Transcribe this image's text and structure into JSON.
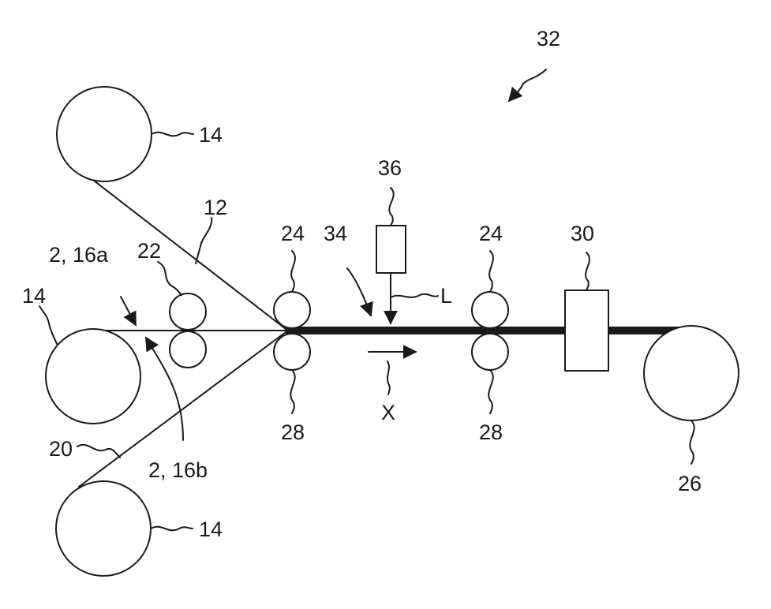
{
  "labels": {
    "system": "32",
    "source_roll_top": "14",
    "source_roll_middle": "14",
    "source_roll_bottom": "14",
    "web_top": "12",
    "web_bottom": "20",
    "layer_upper": "2, 16a",
    "layer_lower": "2, 16b",
    "roller_pair_first": "22",
    "roller_upper_a": "24",
    "roller_upper_b": "24",
    "roller_lower_a": "28",
    "roller_lower_b": "28",
    "zone": "34",
    "laser_unit": "36",
    "laser_beam": "L",
    "direction": "X",
    "treatment_box": "30",
    "takeup_roll": "26"
  }
}
